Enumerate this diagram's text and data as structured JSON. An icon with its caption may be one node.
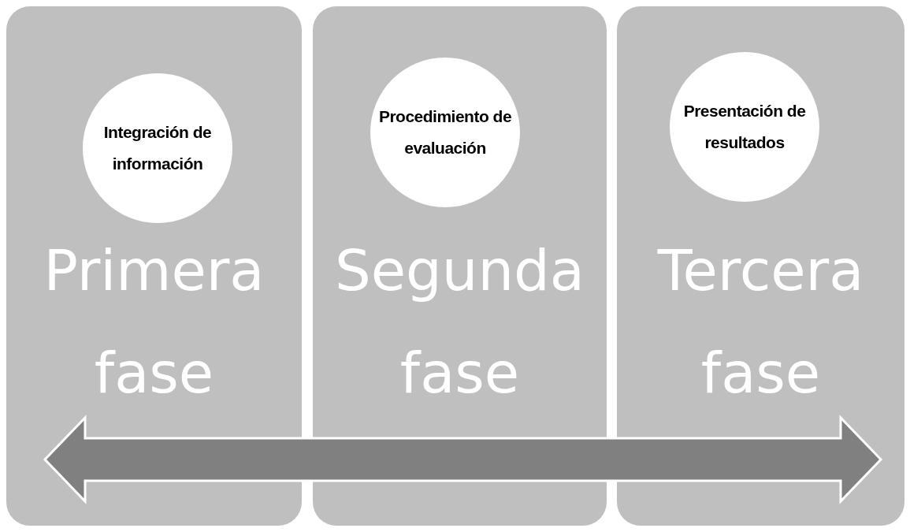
{
  "diagram": {
    "nodes": [
      {
        "text": [
          "Primera fase"
        ]
      },
      {
        "text": [
          "Integración de información"
        ],
        "in": 0
      },
      {
        "text": [
          "Segunda fase"
        ]
      },
      {
        "text": [
          "Procedimiento de evaluación"
        ],
        "in": 2
      },
      {
        "text": [
          "Tercera fase"
        ]
      },
      {
        "text": [
          "Presentación de resultados"
        ],
        "in": 4
      }
    ]
  }
}
